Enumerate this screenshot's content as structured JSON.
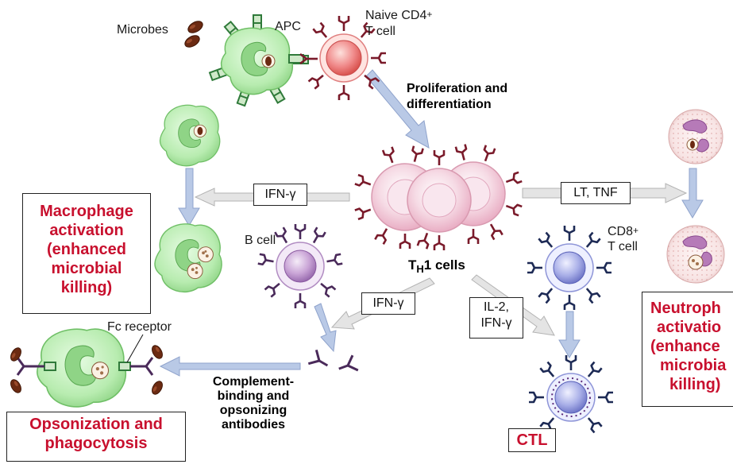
{
  "colors": {
    "arrow_fill": "#b9c9e6",
    "gray_arrow": "#dcdcdc",
    "red_text": "#c8102e",
    "macrophage": "#b8ecb0",
    "apc_receptor": "#2f7a3a",
    "tcell_receptor": "#7a1a2a",
    "naive_cell": "#f08a8a",
    "th1_cell": "#f2c7d6",
    "bcell": "#c9a4d6",
    "cd8_cell": "#aab0e8",
    "neutrophil": "#f8e4e4",
    "microbe": "#6b2a12"
  },
  "labels": {
    "microbes": "Microbes",
    "apc": "APC",
    "naive_line1": "Naive CD4",
    "naive_sup": "+",
    "naive_line2": "T cell",
    "prolif_line1": "Proliferation and",
    "prolif_line2": "differentiation",
    "th1_main": "T",
    "th1_sub": "H",
    "th1_rest": "1 cells",
    "bcell": "B cell",
    "cd8_line1": "CD8",
    "cd8_sup": "+",
    "cd8_line2": "T cell",
    "fc_receptor": "Fc receptor",
    "complement_line1": "Complement-",
    "complement_line2": "binding and",
    "complement_line3": "opsonizing",
    "complement_line4": "antibodies"
  },
  "boxes": {
    "ifn_left": "IFN-γ",
    "lt_tnf": "LT, TNF",
    "ifn_mid": "IFN-γ",
    "il2_line1": "IL-2,",
    "il2_line2": "IFN-γ"
  },
  "outcomes": {
    "macrophage": [
      "Macrophage",
      "activation",
      "(enhanced",
      "microbial",
      "killing)"
    ],
    "neutrophil": [
      "Neutroph",
      "activatio",
      "(enhance",
      "microbia",
      "killing)"
    ],
    "opsonization": [
      "Opsonization and",
      "phagocytosis"
    ],
    "ctl": "CTL"
  }
}
